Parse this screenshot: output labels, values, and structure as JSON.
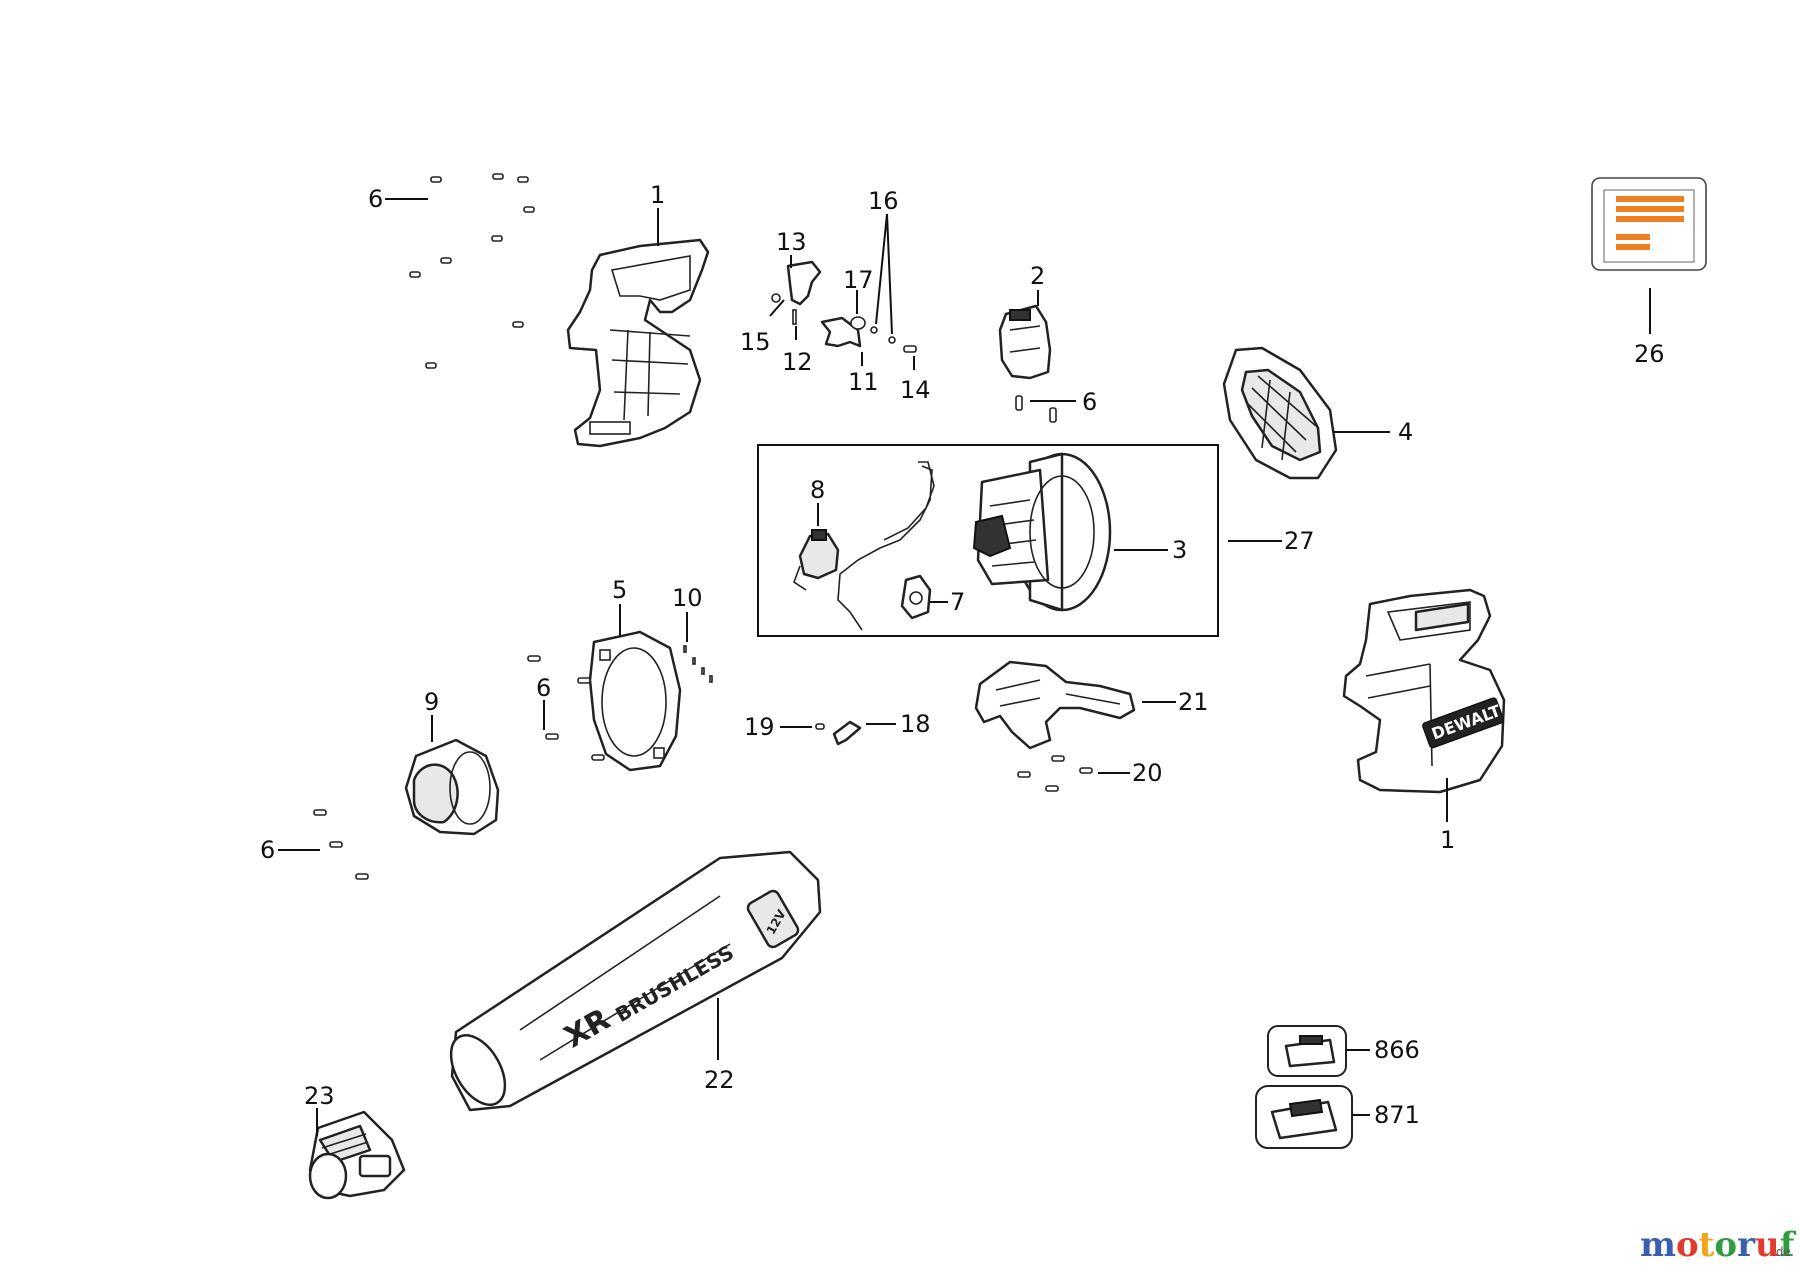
{
  "callouts": {
    "c1a": "1",
    "c6a": "6",
    "c13": "13",
    "c16": "16",
    "c17": "17",
    "c15": "15",
    "c12": "12",
    "c11": "11",
    "c14": "14",
    "c2": "2",
    "c6b": "6",
    "c4": "4",
    "c26": "26",
    "c8": "8",
    "c3": "3",
    "c27": "27",
    "c7": "7",
    "c5": "5",
    "c10": "10",
    "c9": "9",
    "c6c": "6",
    "c6d": "6",
    "c19": "19",
    "c18": "18",
    "c21": "21",
    "c20": "20",
    "c1b": "1",
    "c22": "22",
    "c23": "23",
    "c866": "866",
    "c871": "871"
  },
  "product_text": {
    "brand": "DEWALT",
    "tube_logo": "BRUSHLESS",
    "tube_xr": "XR",
    "tube_voltage": "12V"
  },
  "watermark": {
    "letters": [
      "m",
      "o",
      "t",
      "o",
      "r",
      "u",
      "f"
    ],
    "suffix": ".de",
    "colors": [
      "#3a5fb0",
      "#e23b2e",
      "#f3a41b",
      "#2f9d3f",
      "#3a5fb0",
      "#e23b2e",
      "#2f9d3f"
    ]
  },
  "colors": {
    "label_accent": "#f07f21"
  }
}
